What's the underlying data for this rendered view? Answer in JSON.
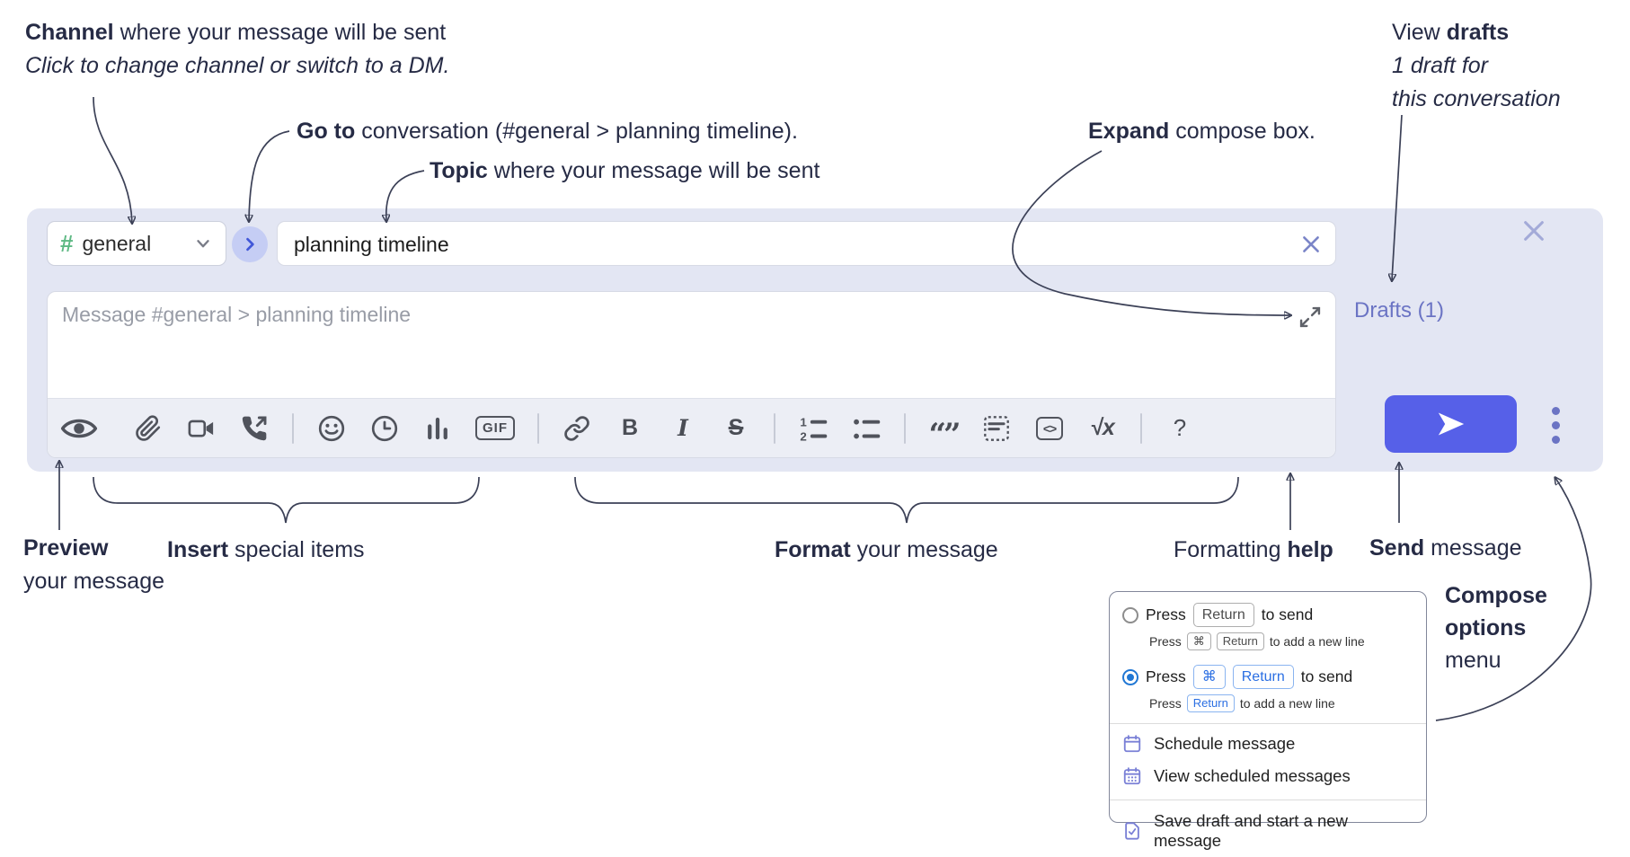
{
  "annotations": {
    "channel": {
      "bold": "Channel",
      "rest": " where your message will be sent",
      "sub": "Click to change channel or switch to a DM."
    },
    "goto": {
      "bold": "Go to",
      "rest": " conversation (#general > planning timeline)."
    },
    "topic": {
      "bold": "Topic",
      "rest": " where your message will be sent"
    },
    "expand": {
      "bold": "Expand",
      "rest": " compose box."
    },
    "drafts": {
      "pre": "View ",
      "bold": "drafts",
      "sub1": "1 draft for",
      "sub2": "this conversation"
    },
    "preview": {
      "bold": "Preview",
      "line2": "your message"
    },
    "insert": {
      "bold": "Insert",
      "rest": " special items"
    },
    "format": {
      "bold": "Format",
      "rest": " your message"
    },
    "formatting_help": {
      "pre": "Formatting ",
      "bold": "help"
    },
    "send": {
      "bold": "Send",
      "rest": " message"
    },
    "compose_options": {
      "bold1": "Compose",
      "bold2": "options",
      "line3": "menu"
    }
  },
  "compose": {
    "channel_selector": {
      "hash": "#",
      "label": "general"
    },
    "topic_input": {
      "value": "planning timeline"
    },
    "message_input": {
      "placeholder": "Message #general > planning timeline"
    },
    "drafts_link": "Drafts (1)",
    "toolbar": {
      "bold": "B",
      "italic": "I",
      "strike": "S",
      "gif": "GIF",
      "quote_glyph": "“”",
      "list_num_1": "1",
      "list_num_2": "2",
      "code": "<>",
      "math": "√x",
      "help": "?"
    }
  },
  "menu": {
    "option_return": {
      "press": "Press",
      "key1": "Return",
      "suffix": "to send"
    },
    "option_return_sub": {
      "press": "Press",
      "key1": "⌘",
      "key2": "Return",
      "suffix": "to add a new line"
    },
    "option_cmd_return": {
      "press": "Press",
      "key1": "⌘",
      "key2": "Return",
      "suffix": "to send"
    },
    "option_cmd_return_sub": {
      "press": "Press",
      "key1": "Return",
      "suffix": "to add a new line"
    },
    "items": [
      {
        "label": "Schedule message"
      },
      {
        "label": "View scheduled messages"
      },
      {
        "label": "Save draft and start a new message"
      }
    ]
  },
  "colors": {
    "compose_background": "#e3e6f3",
    "send_button": "#5660e8",
    "accent_purple": "#6b74c4",
    "hash_green": "#5eb984",
    "radio_blue": "#2077d4",
    "kbd_blue": "#2b6fe3",
    "annotation_ink": "#262b45",
    "toolbar_icon_gray": "#50535c"
  }
}
